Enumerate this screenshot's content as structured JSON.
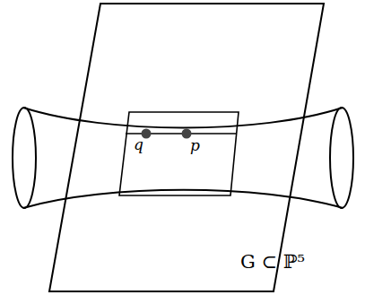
{
  "diagram": {
    "labels": [
      "q",
      "p",
      "G ⊂ ℙ⁵"
    ]
  }
}
